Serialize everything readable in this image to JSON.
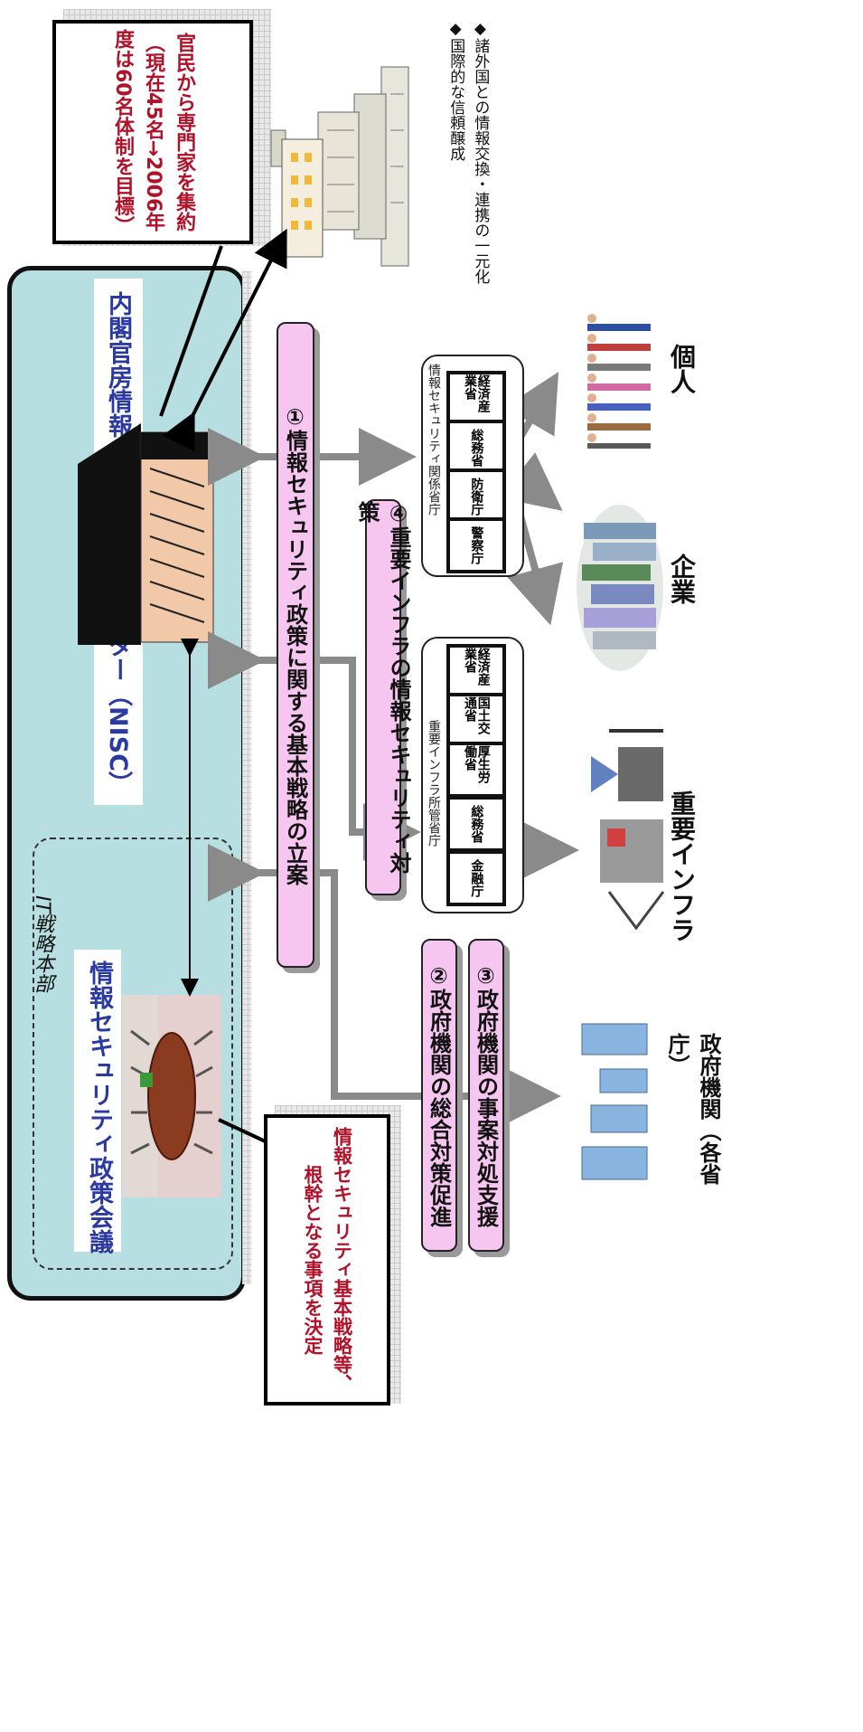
{
  "callouts": {
    "top": {
      "line1": "官民から専門家を集約",
      "line2": "（現在45名→2006年度は60名体制を目標）"
    },
    "bottom": "情報セキュリティ基本戦略等、根幹となる事項を決定"
  },
  "it_hq_label": "IT戦略本部",
  "council_title": "情報セキュリティ政策会議",
  "nisc_title": "内閣官房情報セキュリティセンター（NISC）",
  "policies": {
    "p1": "①情報セキュリティ政策に関する基本戦略の立案",
    "p4": "④重要インフラの情報セキュリティ対策",
    "p2": "②政府機関の総合対策促進",
    "p3": "③政府機関の事案対処支援"
  },
  "intl_bullets": [
    "◆諸外国との情報交換・連携の一元化",
    "◆国際的な信頼醸成"
  ],
  "security_ministries": {
    "title": "情報セキュリティ関係省庁",
    "items": [
      "経済産業省",
      "総務省",
      "防衛庁",
      "警察庁"
    ]
  },
  "infra_ministries": {
    "title": "重要インフラ所管省庁",
    "items": [
      "経済産業省",
      "国土交通省",
      "厚生労働省",
      "総務省",
      "金融庁"
    ]
  },
  "targets": {
    "individuals": "個人",
    "companies": "企業",
    "infrastructure": "重要インフラ",
    "gov_agencies": "政府機関（各省庁）"
  }
}
